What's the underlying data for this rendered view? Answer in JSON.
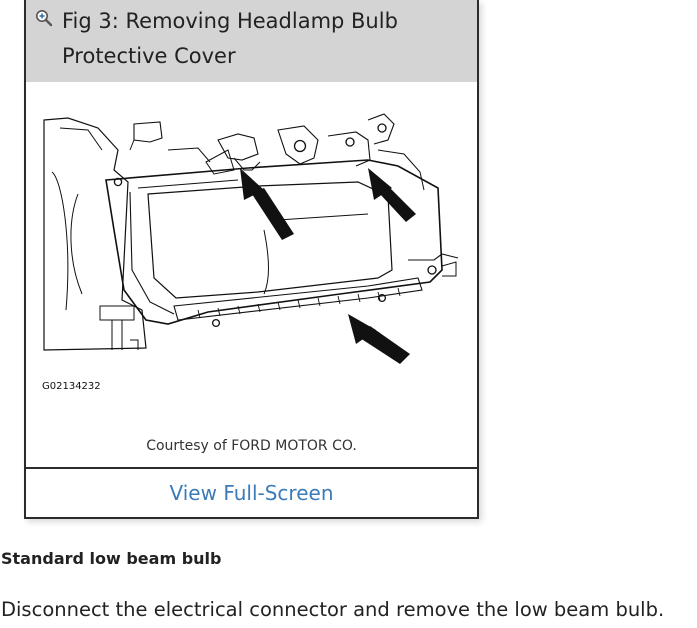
{
  "figure": {
    "icon": "zoom-in-icon",
    "title_line1": "Fig 3: Removing Headlamp Bulb",
    "title_line2": "Protective Cover",
    "diagram_code": "G02134232",
    "credit": "Courtesy of FORD MOTOR CO.",
    "view_link": "View Full-Screen",
    "header_color": "#d4d4d4",
    "link_color": "#3b7bb8"
  },
  "content": {
    "heading": "Standard low beam bulb",
    "instruction": "Disconnect the electrical connector and remove the low beam bulb."
  }
}
